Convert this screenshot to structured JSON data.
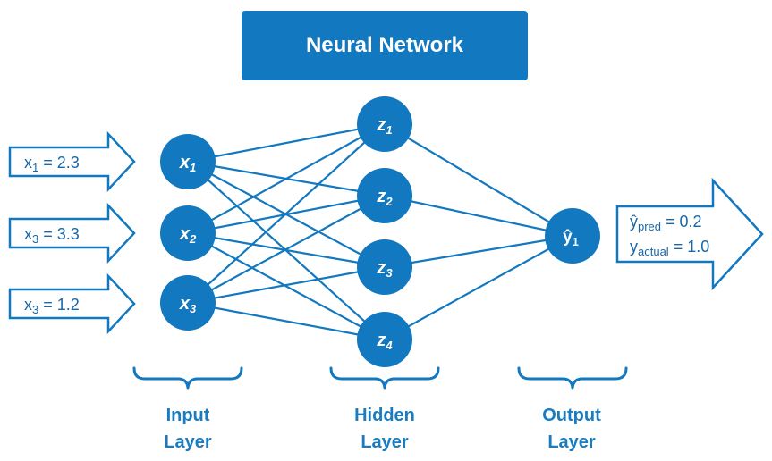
{
  "title": "Neural Network",
  "colors": {
    "primary": "#1278bf",
    "text_blue": "#1a7cc0",
    "white": "#ffffff"
  },
  "inputs": [
    {
      "var": "x",
      "sub": "1",
      "value": " = 2.3"
    },
    {
      "var": "x",
      "sub": "3",
      "value": " = 3.3"
    },
    {
      "var": "x",
      "sub": "3",
      "value": " = 1.2"
    }
  ],
  "input_nodes": [
    {
      "var": "x",
      "sub": "1"
    },
    {
      "var": "x",
      "sub": "2"
    },
    {
      "var": "x",
      "sub": "3"
    }
  ],
  "hidden_nodes": [
    {
      "var": "z",
      "sub": "1"
    },
    {
      "var": "z",
      "sub": "2"
    },
    {
      "var": "z",
      "sub": "3"
    },
    {
      "var": "z",
      "sub": "4"
    }
  ],
  "output_node": {
    "var": "ŷ",
    "sub": "1"
  },
  "output": {
    "pred": {
      "var": "ŷ",
      "sub": "pred",
      "value": " = 0.2"
    },
    "actual": {
      "var": "y",
      "sub": "actual",
      "value": " = 1.0"
    }
  },
  "layers": {
    "input": {
      "line1": "Input",
      "line2": "Layer"
    },
    "hidden": {
      "line1": "Hidden",
      "line2": "Layer"
    },
    "output": {
      "line1": "Output",
      "line2": "Layer"
    }
  }
}
